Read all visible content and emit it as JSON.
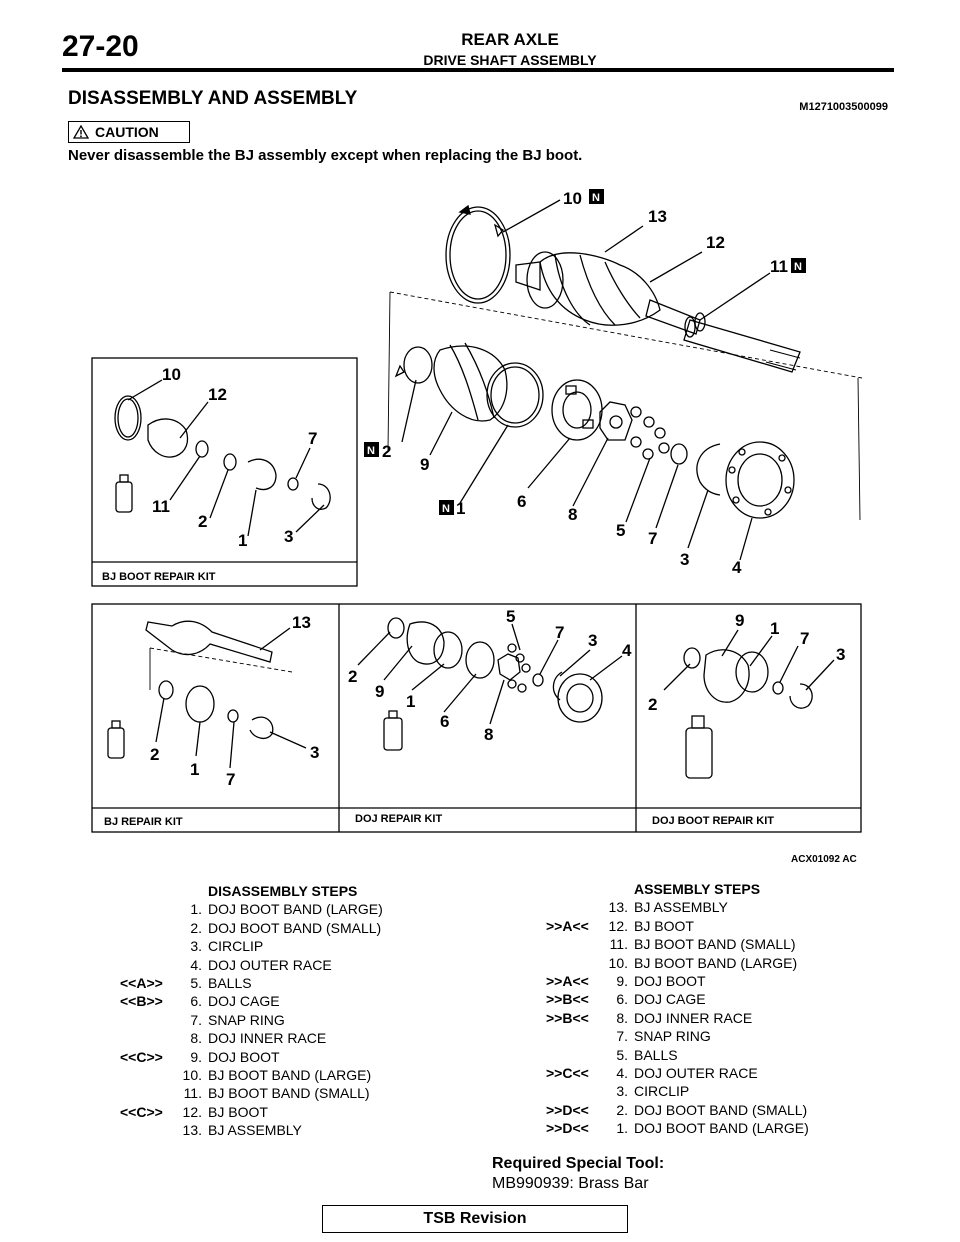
{
  "header": {
    "page_number": "27-20",
    "chapter": "REAR AXLE",
    "section": "DRIVE SHAFT ASSEMBLY"
  },
  "section": {
    "title": "DISASSEMBLY AND ASSEMBLY",
    "code": "M1271003500099"
  },
  "caution": {
    "label": "CAUTION",
    "text": "Never disassemble the BJ assembly except when replacing the BJ boot."
  },
  "figure": {
    "id": "ACX01092 AC",
    "new_mark": "N",
    "kits": {
      "bj_boot": "BJ BOOT REPAIR KIT",
      "bj": "BJ REPAIR KIT",
      "doj": "DOJ REPAIR KIT",
      "doj_boot": "DOJ BOOT REPAIR KIT"
    },
    "callouts": {
      "c1": "1",
      "c2": "2",
      "c3": "3",
      "c4": "4",
      "c5": "5",
      "c6": "6",
      "c7": "7",
      "c8": "8",
      "c9": "9",
      "c10": "10",
      "c11": "11",
      "c12": "12",
      "c13": "13"
    }
  },
  "disassembly": {
    "heading": "DISASSEMBLY STEPS",
    "steps": [
      {
        "tag": "",
        "num": "1.",
        "text": "DOJ BOOT BAND (LARGE)"
      },
      {
        "tag": "",
        "num": "2.",
        "text": "DOJ BOOT BAND (SMALL)"
      },
      {
        "tag": "",
        "num": "3.",
        "text": "CIRCLIP"
      },
      {
        "tag": "",
        "num": "4.",
        "text": "DOJ OUTER RACE"
      },
      {
        "tag": "<<A>>",
        "num": "5.",
        "text": "BALLS"
      },
      {
        "tag": "<<B>>",
        "num": "6.",
        "text": "DOJ CAGE"
      },
      {
        "tag": "",
        "num": "7.",
        "text": "SNAP RING"
      },
      {
        "tag": "",
        "num": "8.",
        "text": "DOJ INNER RACE"
      },
      {
        "tag": "<<C>>",
        "num": "9.",
        "text": "DOJ BOOT"
      },
      {
        "tag": "",
        "num": "10.",
        "text": "BJ BOOT BAND (LARGE)"
      },
      {
        "tag": "",
        "num": "11.",
        "text": "BJ BOOT BAND (SMALL)"
      },
      {
        "tag": "<<C>>",
        "num": "12.",
        "text": "BJ BOOT"
      },
      {
        "tag": "",
        "num": "13.",
        "text": "BJ ASSEMBLY"
      }
    ]
  },
  "assembly": {
    "heading": "ASSEMBLY STEPS",
    "steps": [
      {
        "tag": "",
        "num": "13.",
        "text": "BJ ASSEMBLY"
      },
      {
        "tag": ">>A<<",
        "num": "12.",
        "text": "BJ BOOT"
      },
      {
        "tag": "",
        "num": "11.",
        "text": "BJ BOOT BAND (SMALL)"
      },
      {
        "tag": "",
        "num": "10.",
        "text": "BJ BOOT BAND (LARGE)"
      },
      {
        "tag": ">>A<<",
        "num": "9.",
        "text": "DOJ BOOT"
      },
      {
        "tag": ">>B<<",
        "num": "6.",
        "text": "DOJ CAGE"
      },
      {
        "tag": ">>B<<",
        "num": "8.",
        "text": "DOJ INNER RACE"
      },
      {
        "tag": "",
        "num": "7.",
        "text": "SNAP RING"
      },
      {
        "tag": "",
        "num": "5.",
        "text": "BALLS"
      },
      {
        "tag": ">>C<<",
        "num": "4.",
        "text": "DOJ OUTER RACE"
      },
      {
        "tag": "",
        "num": "3.",
        "text": "CIRCLIP"
      },
      {
        "tag": ">>D<<",
        "num": "2.",
        "text": "DOJ BOOT BAND (SMALL)"
      },
      {
        "tag": ">>D<<",
        "num": "1.",
        "text": "DOJ BOOT BAND (LARGE)"
      }
    ]
  },
  "special_tool": {
    "heading": "Required Special Tool:",
    "item": "MB990939: Brass Bar"
  },
  "footer": {
    "tsb": "TSB Revision"
  }
}
